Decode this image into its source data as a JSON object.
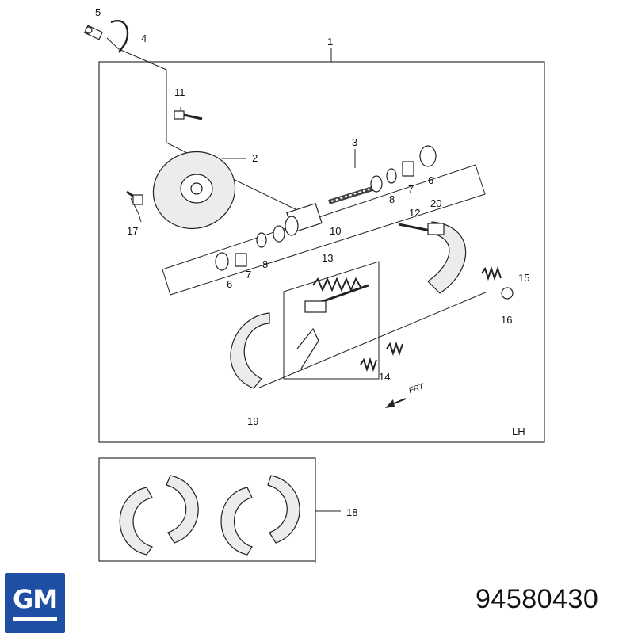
{
  "callouts": {
    "c1": "1",
    "c2": "2",
    "c3": "3",
    "c4": "4",
    "c5": "5",
    "c6a": "6",
    "c6b": "6",
    "c7a": "7",
    "c7b": "7",
    "c8a": "8",
    "c8b": "8",
    "c10": "10",
    "c11": "11",
    "c12": "12",
    "c13": "13",
    "c14": "14",
    "c15": "15",
    "c16": "16",
    "c17": "17",
    "c18": "18",
    "c19": "19",
    "c20": "20"
  },
  "frt_label": "FRT",
  "side_label": "LH",
  "brand": "GM",
  "part_number": "94580430"
}
